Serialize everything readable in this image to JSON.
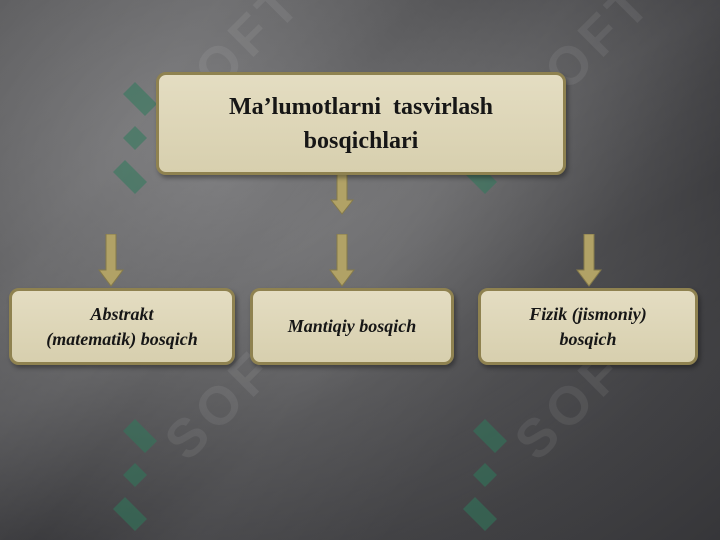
{
  "diagram": {
    "root": {
      "line1": "Ma’lumotlarni  tasvirlash",
      "line2": "bosqichlari"
    },
    "children": [
      {
        "line1": "Abstrakt",
        "line2": "(matematik) bosqich"
      },
      {
        "line1": "Mantiqiy bosqich",
        "line2": ""
      },
      {
        "line1": "Fizik (jismoniy)",
        "line2": "bosqich"
      }
    ]
  },
  "watermark": {
    "text": "SOFT"
  },
  "colors": {
    "box_fill": "#ddd5b8",
    "box_border": "#8f8250",
    "connector": "#b1a266",
    "background": "#3b3b3d",
    "logo": "#2f7a5c"
  }
}
